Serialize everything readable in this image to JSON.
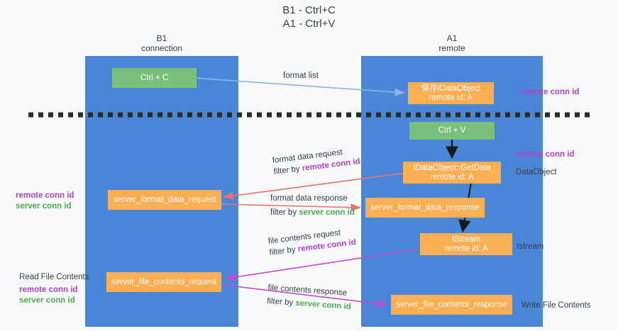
{
  "title": {
    "line1": "B1 - Ctrl+C",
    "line2": "A1 - Ctrl+V"
  },
  "columns": [
    {
      "id": "b1",
      "name": "B1",
      "role": "connection"
    },
    {
      "id": "a1",
      "name": "A1",
      "role": "remote"
    }
  ],
  "boxes": {
    "ctrl_c": {
      "line1": "Ctrl + C",
      "line2": ""
    },
    "save_dataobject": {
      "line1": "保存IDataObject",
      "line2": "remote id: A"
    },
    "ctrl_v": {
      "line1": "Ctrl + V",
      "line2": ""
    },
    "getdata": {
      "line1": "IDataObject::GetData",
      "line2": "remote id: A"
    },
    "fmt_req": {
      "line1": "server_format_data_request",
      "line2": ""
    },
    "fmt_resp": {
      "line1": "server_format_data_response",
      "line2": ""
    },
    "istream": {
      "line1": "IStream",
      "line2": "remote id: A"
    },
    "file_req": {
      "line1": "server_file_contents_request",
      "line2": ""
    },
    "file_resp": {
      "line1": "server_file_contents_response",
      "line2": ""
    }
  },
  "connectors": {
    "format_list": "format list",
    "fmt_request_l1": "format data request",
    "fmt_request_filter_prefix": "filter by ",
    "fmt_request_filter_key": "remote conn id",
    "fmt_response_l1": "format data response",
    "fmt_response_filter_prefix": "filter by ",
    "fmt_response_filter_key": "server conn id",
    "file_request_l1": "file contents request",
    "file_request_filter_prefix": "filter by ",
    "file_request_filter_key": "remote conn id",
    "file_response_l1": "file contents response",
    "file_response_filter_prefix": "filter by ",
    "file_response_filter_key": "server conn id"
  },
  "annotations": {
    "right_remote_conn_id_top": "remote conn id",
    "right_remote_conn_id_mid": "remote conn id",
    "right_dataobject": "DataObject",
    "right_istream": "Istream",
    "right_write_file_contents": "Write File Contents",
    "left_remote_conn_id_fmt": "remote conn id",
    "left_server_conn_id_fmt": "server conn id",
    "left_read_file_contents": "Read File Contents",
    "left_remote_conn_id_file": "remote conn id",
    "left_server_conn_id_file": "server conn id"
  },
  "colors": {
    "lane": "#4a86d8",
    "green_box": "#78c07c",
    "orange_box": "#fbae52",
    "purple_text": "#b344c9",
    "green_text": "#4caf50",
    "arrow_blue": "#8ab4e8",
    "arrow_red": "#e8736a",
    "arrow_magenta": "#c44ad0",
    "arrow_black": "#1a1a1a",
    "background": "#f8f9fa"
  }
}
